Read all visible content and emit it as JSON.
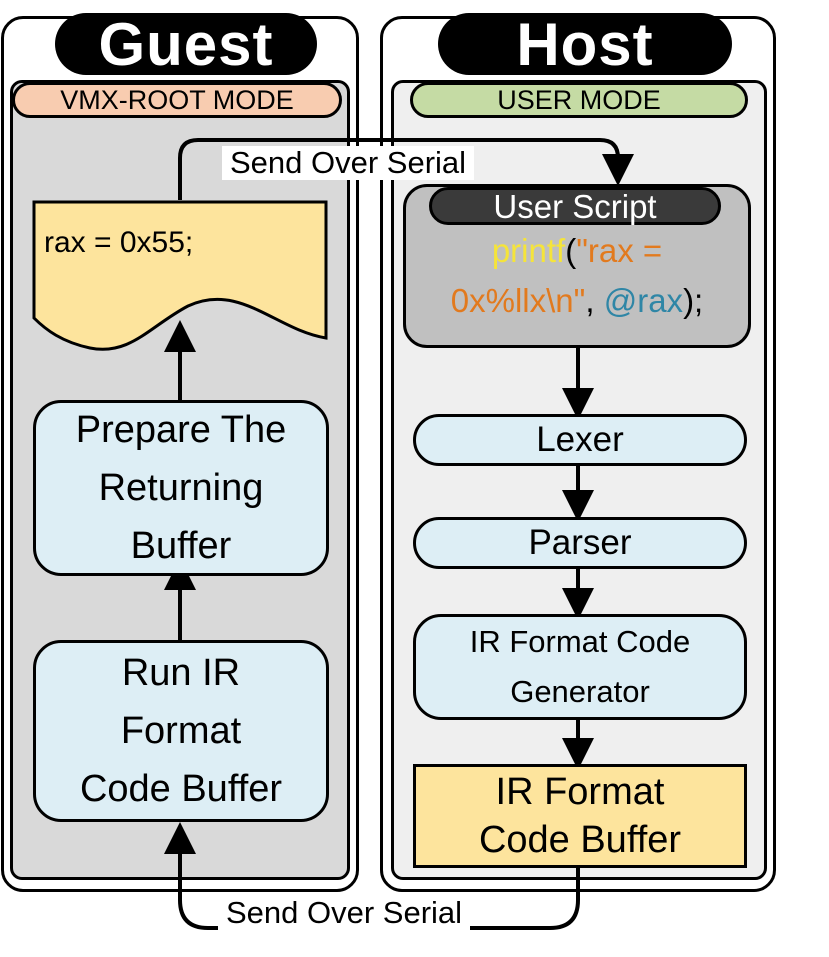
{
  "guest": {
    "title": "Guest",
    "mode": "VMX-ROOT MODE",
    "document_text": "rax = 0x55;",
    "prepare_node": "Prepare The\nReturning\nBuffer",
    "run_node": "Run IR\nFormat\nCode Buffer"
  },
  "host": {
    "title": "Host",
    "mode": "USER MODE",
    "script": {
      "title": "User Script",
      "code_tokens": [
        {
          "text": "printf",
          "kind": "fn",
          "line": 1
        },
        {
          "text": "(",
          "kind": "punc",
          "line": 1
        },
        {
          "text": "\"rax =",
          "kind": "str",
          "line": 1
        },
        {
          "text": "0x%llx\\n\"",
          "kind": "str",
          "line": 2
        },
        {
          "text": ", ",
          "kind": "punc",
          "line": 2
        },
        {
          "text": "@rax",
          "kind": "reg",
          "line": 2
        },
        {
          "text": ");",
          "kind": "punc",
          "line": 2
        }
      ]
    },
    "lexer": "Lexer",
    "parser": "Parser",
    "generator": "IR Format Code\nGenerator",
    "buffer": "IR Format\nCode Buffer"
  },
  "edges": {
    "top_label": "Send Over Serial",
    "bottom_label": "Send Over Serial"
  },
  "colors": {
    "guest_inner_bg": "#d9d9d9",
    "host_inner_bg": "#efefef",
    "guest_mode_pill": "#f8ccb0",
    "host_mode_pill": "#c5dba4",
    "process_node": "#ddeef5",
    "buffer_node": "#fde49d",
    "script_box": "#c0c0c0"
  }
}
